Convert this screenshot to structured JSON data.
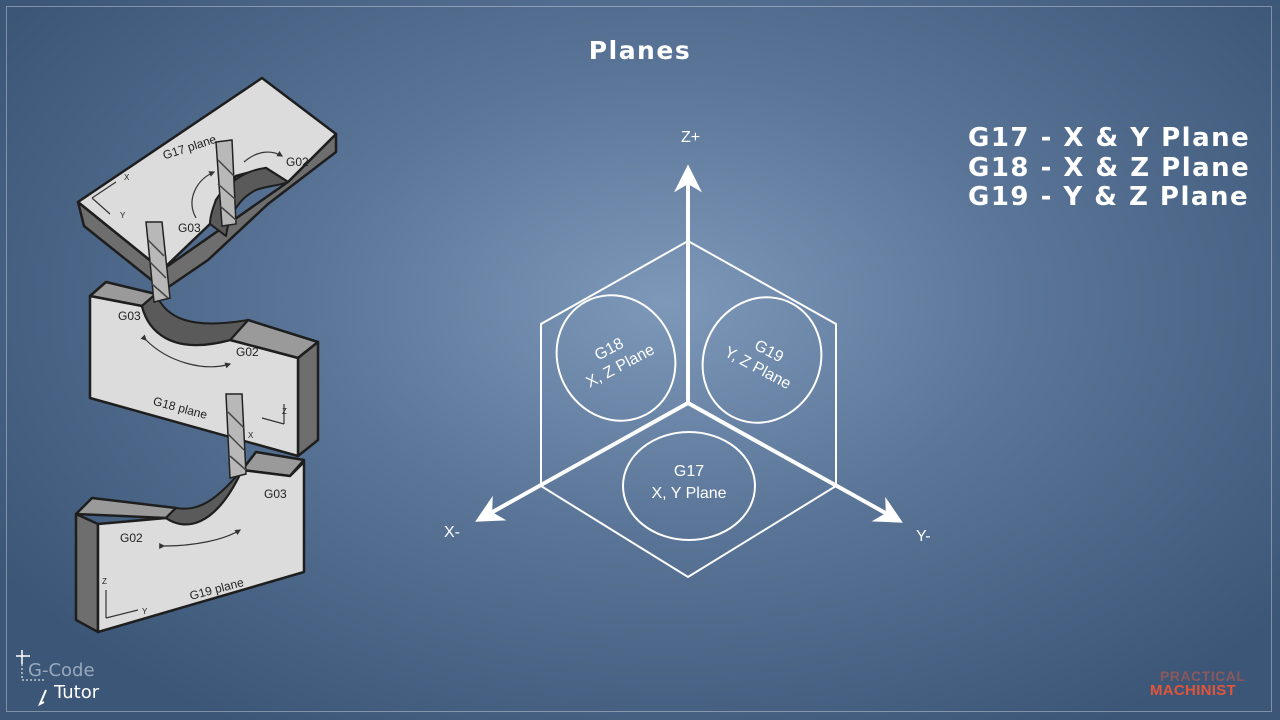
{
  "title": "Planes",
  "codes": [
    "G17 - X & Y Plane",
    "G18 - X & Z Plane",
    "G19 - Y & Z Plane"
  ],
  "hex_diagram": {
    "axes": {
      "z": "Z+",
      "x": "X-",
      "y": "Y-"
    },
    "g18": {
      "code": "G18",
      "plane": "X, Z Plane"
    },
    "g19": {
      "code": "G19",
      "plane": "Y, Z Plane"
    },
    "g17": {
      "code": "G17",
      "plane": "X, Y Plane"
    }
  },
  "blocks": {
    "g17": {
      "plane_label": "G17 plane",
      "cw": "G02",
      "ccw": "G03",
      "axis_a": "X",
      "axis_b": "Y"
    },
    "g18": {
      "plane_label": "G18 plane",
      "cw": "G02",
      "ccw": "G03",
      "axis_a": "X",
      "axis_b": "Z"
    },
    "g19": {
      "plane_label": "G19 plane",
      "cw": "G02",
      "ccw": "G03",
      "axis_a": "Y",
      "axis_b": "Z"
    }
  },
  "logos": {
    "tutor_line1": "G-Code",
    "tutor_line2": "Tutor",
    "pm_line1": "PRACTICAL",
    "pm_line2": "MACHINIST"
  }
}
